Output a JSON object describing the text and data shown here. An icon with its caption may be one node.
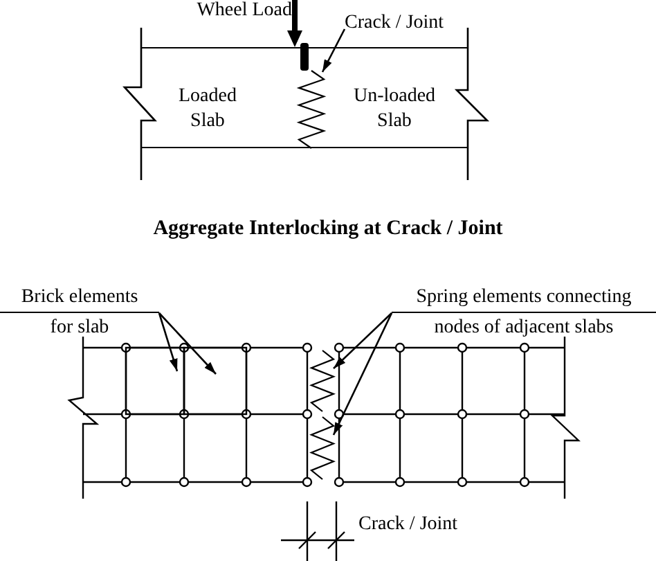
{
  "diagram": {
    "caption": "Aggregate Interlocking at Crack / Joint",
    "nodes": [
      {
        "text": [
          "Wheel Load"
        ]
      },
      {
        "text": [
          "Crack / Joint"
        ]
      },
      {
        "text": [
          "Loaded Slab"
        ]
      },
      {
        "text": [
          "Un-loaded Slab"
        ]
      },
      {
        "text": [],
        "shape": "spring"
      },
      {
        "text": [
          "Brick elements for slab"
        ]
      },
      {
        "text": [
          "Spring elements connecting nodes of adjacent slabs"
        ]
      },
      {
        "text": [],
        "shape": "box"
      },
      {
        "text": [],
        "shape": "box"
      },
      {
        "text": [],
        "shape": "spring"
      },
      {
        "text": [],
        "shape": "spring"
      }
    ],
    "edges": [
      {
        "from": 0,
        "to": 2,
        "arrow": "to",
        "style": "thick"
      },
      {
        "from": 1,
        "to": 4,
        "arrow": "to"
      },
      {
        "from": 5,
        "to": 7,
        "arrow": "to"
      },
      {
        "from": 5,
        "to": 8,
        "arrow": "to"
      },
      {
        "from": 6,
        "to": 9,
        "arrow": "to"
      },
      {
        "from": 6,
        "to": 10,
        "arrow": "to"
      }
    ],
    "labels": [
      "Crack / Joint"
    ]
  }
}
